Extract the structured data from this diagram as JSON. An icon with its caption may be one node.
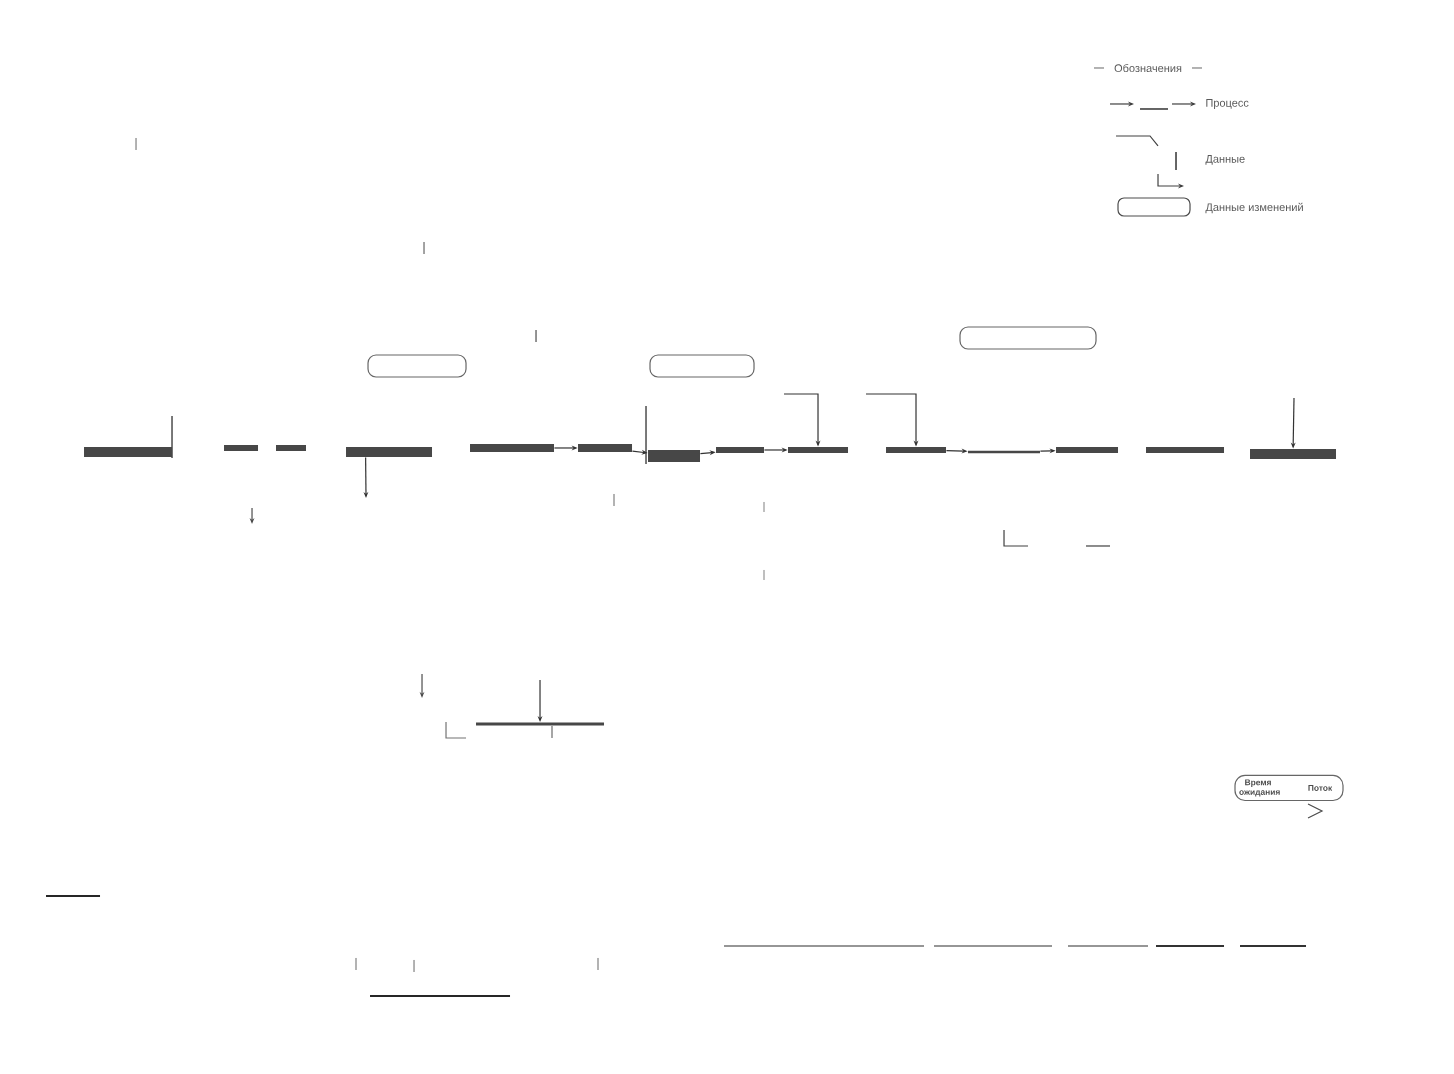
{
  "diagram": {
    "nodes": [
      {
        "text": [],
        "shape": "box"
      },
      {
        "text": [],
        "shape": "box"
      },
      {
        "text": [],
        "shape": "box"
      },
      {
        "text": [],
        "shape": "bar"
      },
      {
        "text": [],
        "shape": "bar"
      },
      {
        "text": [],
        "shape": "bar"
      },
      {
        "text": [],
        "shape": "bar"
      },
      {
        "text": [],
        "shape": "bar"
      },
      {
        "text": [],
        "shape": "bar"
      },
      {
        "text": [],
        "shape": "bar"
      },
      {
        "text": [],
        "shape": "bar"
      },
      {
        "text": [],
        "shape": "bar"
      },
      {
        "text": [],
        "shape": "bar"
      },
      {
        "text": [],
        "shape": "bar"
      },
      {
        "text": [],
        "shape": "bar"
      },
      {
        "text": [],
        "shape": "bar"
      },
      {
        "text": [],
        "shape": "bar"
      },
      {
        "text": [],
        "shape": "bar"
      },
      {
        "text": [
          "Время ожидания",
          "Поток"
        ]
      }
    ],
    "edges": [
      {
        "from": 7,
        "to": 8,
        "arrow": "to"
      },
      {
        "from": 8,
        "to": 9,
        "arrow": "to"
      },
      {
        "from": 9,
        "to": 10,
        "arrow": "to"
      },
      {
        "from": 10,
        "to": 11,
        "arrow": "to"
      },
      {
        "from": 12,
        "to": 13,
        "arrow": "to"
      },
      {
        "from": 13,
        "to": 14,
        "arrow": "to"
      },
      {
        "from": null,
        "to": 11,
        "arrow": "to"
      },
      {
        "from": null,
        "to": 12,
        "arrow": "to"
      },
      {
        "from": null,
        "to": 16,
        "arrow": "to"
      },
      {
        "from": 6,
        "to": null,
        "arrow": "to"
      },
      {
        "from": null,
        "to": 17,
        "arrow": "to"
      }
    ],
    "labels": [
      "Обозначения"
    ],
    "legend": [
      {
        "text": "Процесс"
      },
      {
        "text": "Данные"
      },
      {
        "text": "Данные изменений"
      }
    ]
  }
}
